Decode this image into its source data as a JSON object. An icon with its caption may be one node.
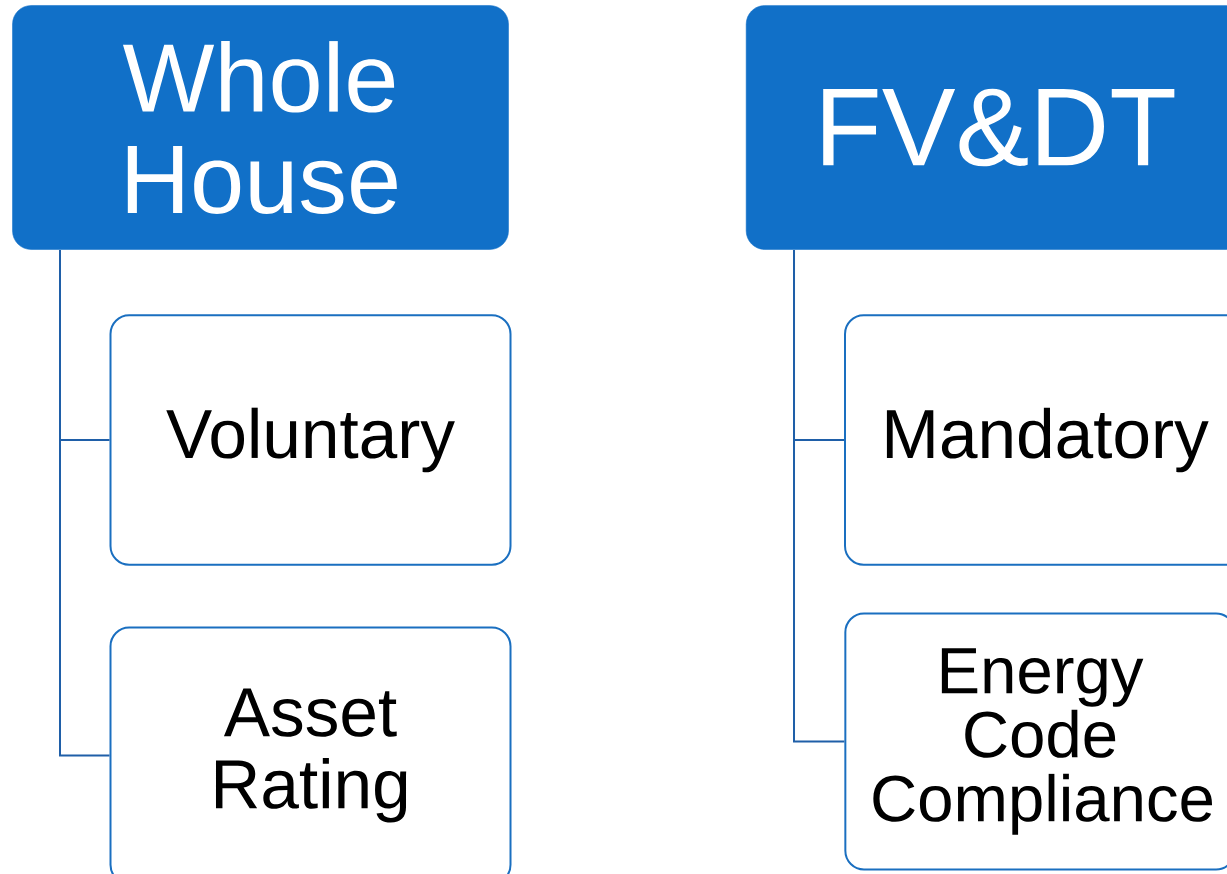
{
  "diagram": {
    "nodes": [
      {
        "text": [
          "Whole House"
        ]
      },
      {
        "text": [
          "Voluntary"
        ]
      },
      {
        "text": [
          "Asset Rating"
        ]
      },
      {
        "text": [
          "FV&DT"
        ]
      },
      {
        "text": [
          "Mandatory"
        ]
      },
      {
        "text": [
          "Energy Code Compliance"
        ]
      }
    ],
    "edges": [
      {
        "from": 0,
        "to": 1,
        "arrow": "none"
      },
      {
        "from": 0,
        "to": 2,
        "arrow": "none"
      },
      {
        "from": 3,
        "to": 4,
        "arrow": "none"
      },
      {
        "from": 3,
        "to": 5,
        "arrow": "none"
      }
    ]
  }
}
